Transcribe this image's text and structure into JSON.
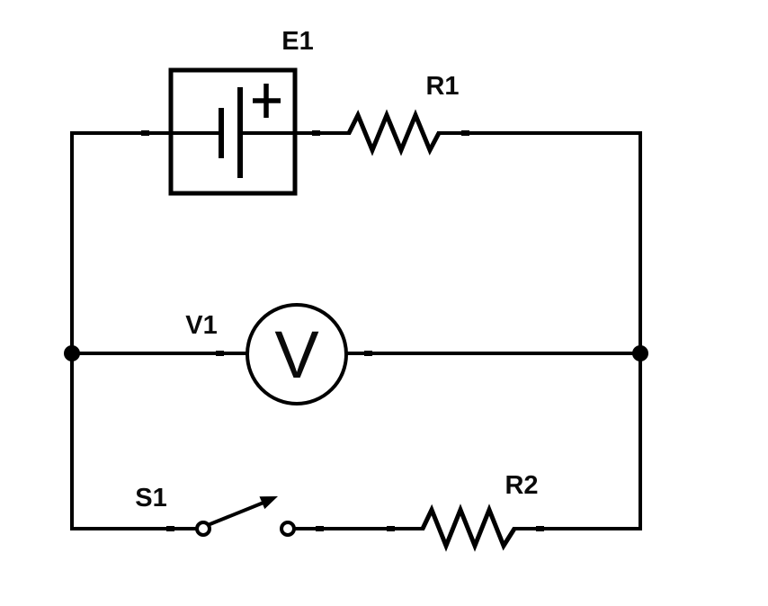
{
  "diagram_type": "circuit-schematic",
  "background_color": "#ffffff",
  "wire_color": "#000000",
  "label_color": "#0a0a0a",
  "components": {
    "battery": {
      "label": "E1",
      "kind": "dc-voltage-source",
      "polarity_symbol": "+"
    },
    "resistor1": {
      "label": "R1",
      "kind": "resistor"
    },
    "voltmeter": {
      "label": "V1",
      "kind": "voltmeter",
      "dial_glyph": "V"
    },
    "switch": {
      "label": "S1",
      "kind": "switch",
      "state": "open"
    },
    "resistor2": {
      "label": "R2",
      "kind": "resistor"
    }
  }
}
